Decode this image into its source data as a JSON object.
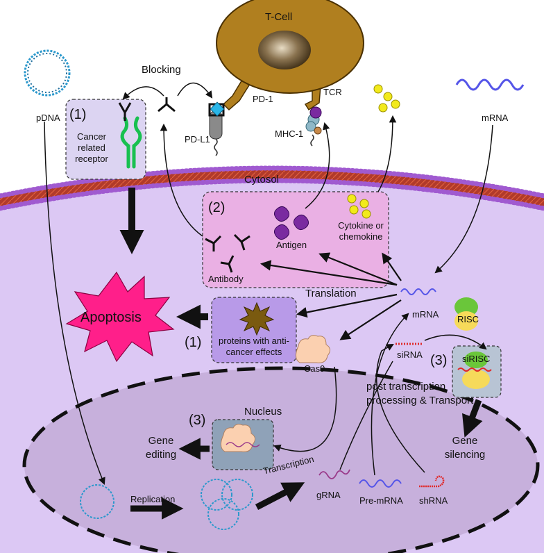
{
  "tcell": {
    "title": "T-Cell",
    "pd1": "PD-1",
    "tcr": "TCR"
  },
  "top": {
    "blocking": "Blocking",
    "pdl1": "PD-L1",
    "mhc1": "MHC-1",
    "pdna": "pDNA",
    "mrna": "mRNA"
  },
  "cytosol": {
    "title": "Cytosol"
  },
  "receptor": {
    "step": "(1)",
    "line1": "Cancer",
    "line2": "related",
    "line3": "receptor"
  },
  "translation_box": {
    "step": "(2)",
    "antigen": "Antigen",
    "antibody": "Antibody",
    "cytokine_line1": "Cytokine or",
    "cytokine_line2": "chemokine"
  },
  "translation": "Translation",
  "apoptosis": "Apoptosis",
  "proteins": {
    "step": "(1)",
    "line1": "proteins with anti-",
    "line2": "cancer effects"
  },
  "cas9": "Cas9",
  "mrna_cyto": "mRNA",
  "risc": {
    "label": "RISC",
    "sirisc": "siRISC",
    "step": "(3)"
  },
  "sirna": "siRNA",
  "processing": {
    "line1": "post transcription",
    "line2": "processing & Transport"
  },
  "silencing": {
    "line1": "Gene",
    "line2": "silencing"
  },
  "nucleus": {
    "title": "Nucleus",
    "step": "(3)",
    "edit_line1": "Gene",
    "edit_line2": "editing",
    "replication": "Replication",
    "transcription": "Transcription",
    "grna": "gRNA",
    "pre_mrna": "Pre-mRNA",
    "shrna": "shRNA"
  },
  "colors": {
    "tcell": "#b07f1f",
    "cytosol": "#dcc8f4",
    "membrane": "#a05ad0",
    "nucleus": "#c7b0dc",
    "pink_box": "#eab0e4",
    "apoptosis": "#ff1f8a",
    "receptor_green": "#18c050",
    "dna_blue": "#2a98cc",
    "rna_blue": "#5555e8",
    "cytokine": "#f2ea1c",
    "antigen": "#7a2aa0"
  }
}
